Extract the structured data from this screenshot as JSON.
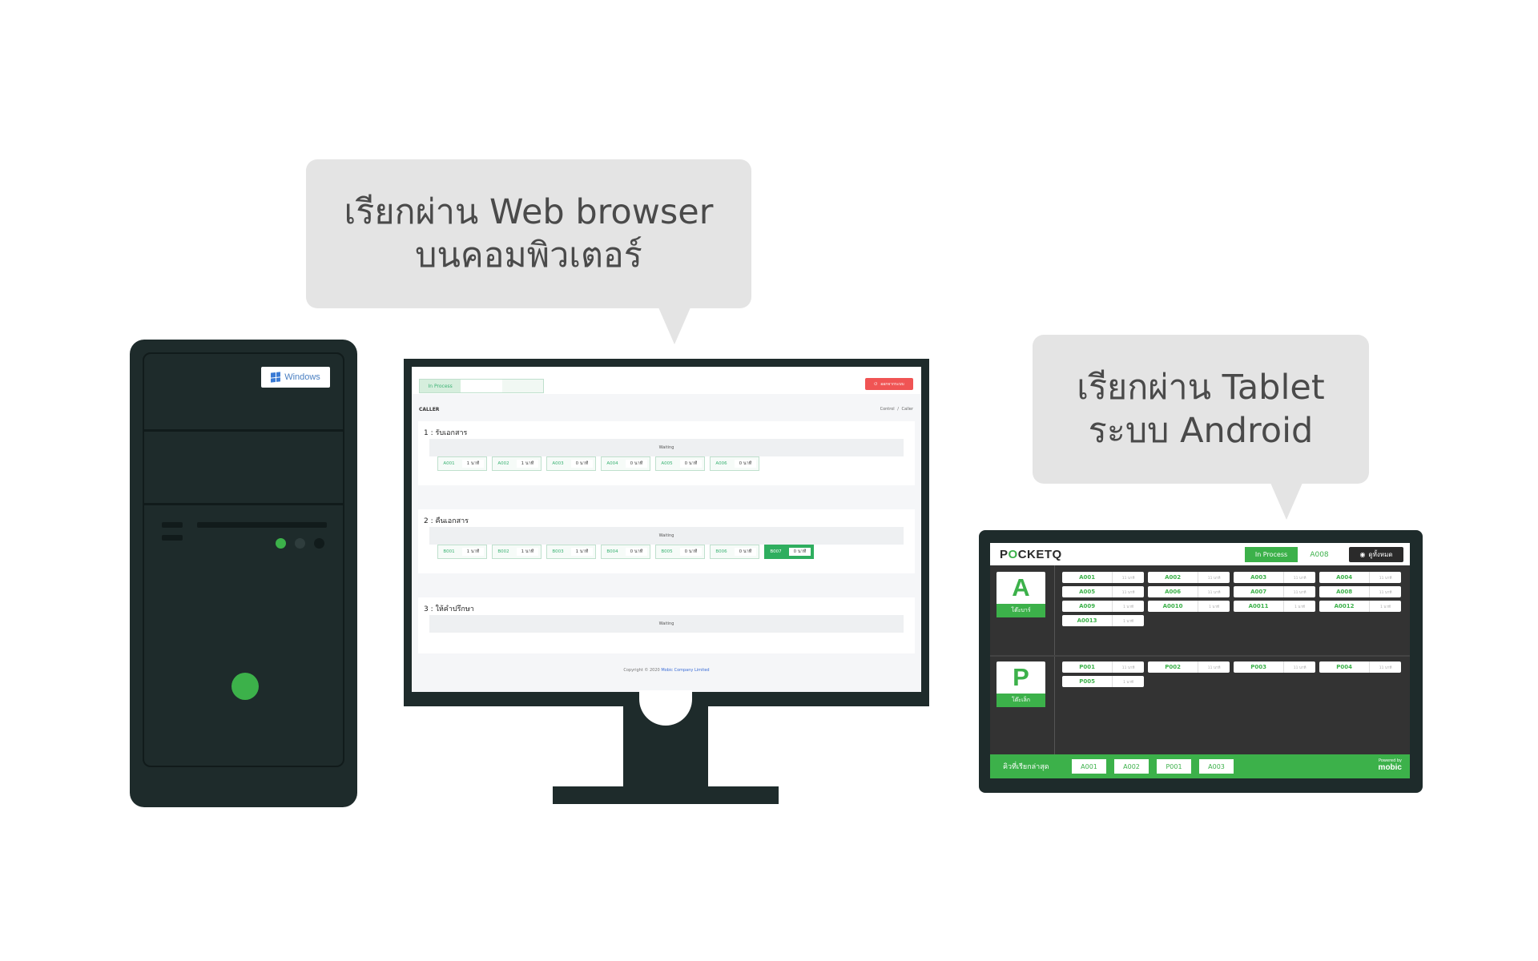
{
  "bubbles": {
    "web": {
      "line1": "เรียกผ่าน Web browser",
      "line2": "บนคอมพิวเตอร์"
    },
    "tablet": {
      "line1": "เรียกผ่าน Tablet",
      "line2": "ระบบ Android"
    }
  },
  "tower": {
    "os_badge": "Windows",
    "accent": "#3cb14a"
  },
  "web_app": {
    "tabs": [
      "In Process",
      "",
      ""
    ],
    "logout_label": "ออกจากระบบ",
    "section": "CALLER",
    "breadcrumb": [
      "Control",
      "Caller"
    ],
    "breadcrumb_sep": "/",
    "services": [
      {
        "title": "1 : รับเอกสาร",
        "waiting_label": "Waiting",
        "queues": [
          {
            "code": "A001",
            "wait": "1 นาที"
          },
          {
            "code": "A002",
            "wait": "1 นาที"
          },
          {
            "code": "A003",
            "wait": "0 นาที"
          },
          {
            "code": "A004",
            "wait": "0 นาที"
          },
          {
            "code": "A005",
            "wait": "0 นาที"
          },
          {
            "code": "A006",
            "wait": "0 นาที"
          }
        ]
      },
      {
        "title": "2 : คืนเอกสาร",
        "waiting_label": "Waiting",
        "queues": [
          {
            "code": "B001",
            "wait": "1 นาที"
          },
          {
            "code": "B002",
            "wait": "1 นาที"
          },
          {
            "code": "B003",
            "wait": "1 นาที"
          },
          {
            "code": "B004",
            "wait": "0 นาที"
          },
          {
            "code": "B005",
            "wait": "0 นาที"
          },
          {
            "code": "B006",
            "wait": "0 นาที"
          },
          {
            "code": "B007",
            "wait": "0 นาที"
          }
        ]
      },
      {
        "title": "3 : ให้คำปรึกษา",
        "waiting_label": "Waiting",
        "queues": []
      }
    ],
    "footer_prefix": "Copyright © 2020",
    "footer_company": "Mobic Company Limited"
  },
  "tablet_app": {
    "logo_prefix": "P",
    "logo_mark": "O",
    "logo_suffix": "CKETQ",
    "in_process_label": "In Process",
    "current_queue": "A008",
    "view_all_label": "ดูทั้งหมด",
    "services": [
      {
        "letter": "A",
        "name": "โต๊ะบาร์",
        "queues": [
          {
            "code": "A001",
            "wait": "11 นาที"
          },
          {
            "code": "A002",
            "wait": "11 นาที"
          },
          {
            "code": "A003",
            "wait": "11 นาที"
          },
          {
            "code": "A004",
            "wait": "11 นาที"
          },
          {
            "code": "A005",
            "wait": "11 นาที"
          },
          {
            "code": "A006",
            "wait": "11 นาที"
          },
          {
            "code": "A007",
            "wait": "11 นาที"
          },
          {
            "code": "A008",
            "wait": "11 นาที"
          },
          {
            "code": "A009",
            "wait": "1 นาที"
          },
          {
            "code": "A0010",
            "wait": "1 นาที"
          },
          {
            "code": "A0011",
            "wait": "1 นาที"
          },
          {
            "code": "A0012",
            "wait": "1 นาที"
          },
          {
            "code": "A0013",
            "wait": "1 นาที"
          }
        ]
      },
      {
        "letter": "P",
        "name": "โต๊ะเล็ก",
        "queues": [
          {
            "code": "P001",
            "wait": "11 นาที"
          },
          {
            "code": "P002",
            "wait": "11 นาที"
          },
          {
            "code": "P003",
            "wait": "11 นาที"
          },
          {
            "code": "P004",
            "wait": "11 นาที"
          },
          {
            "code": "P005",
            "wait": "1 นาที"
          }
        ]
      }
    ],
    "latest_label": "คิวที่เรียกล่าสุด",
    "recent_calls": [
      "A001",
      "A002",
      "P001",
      "A003"
    ],
    "powered_by": "Powered by",
    "brand": "mobic"
  }
}
